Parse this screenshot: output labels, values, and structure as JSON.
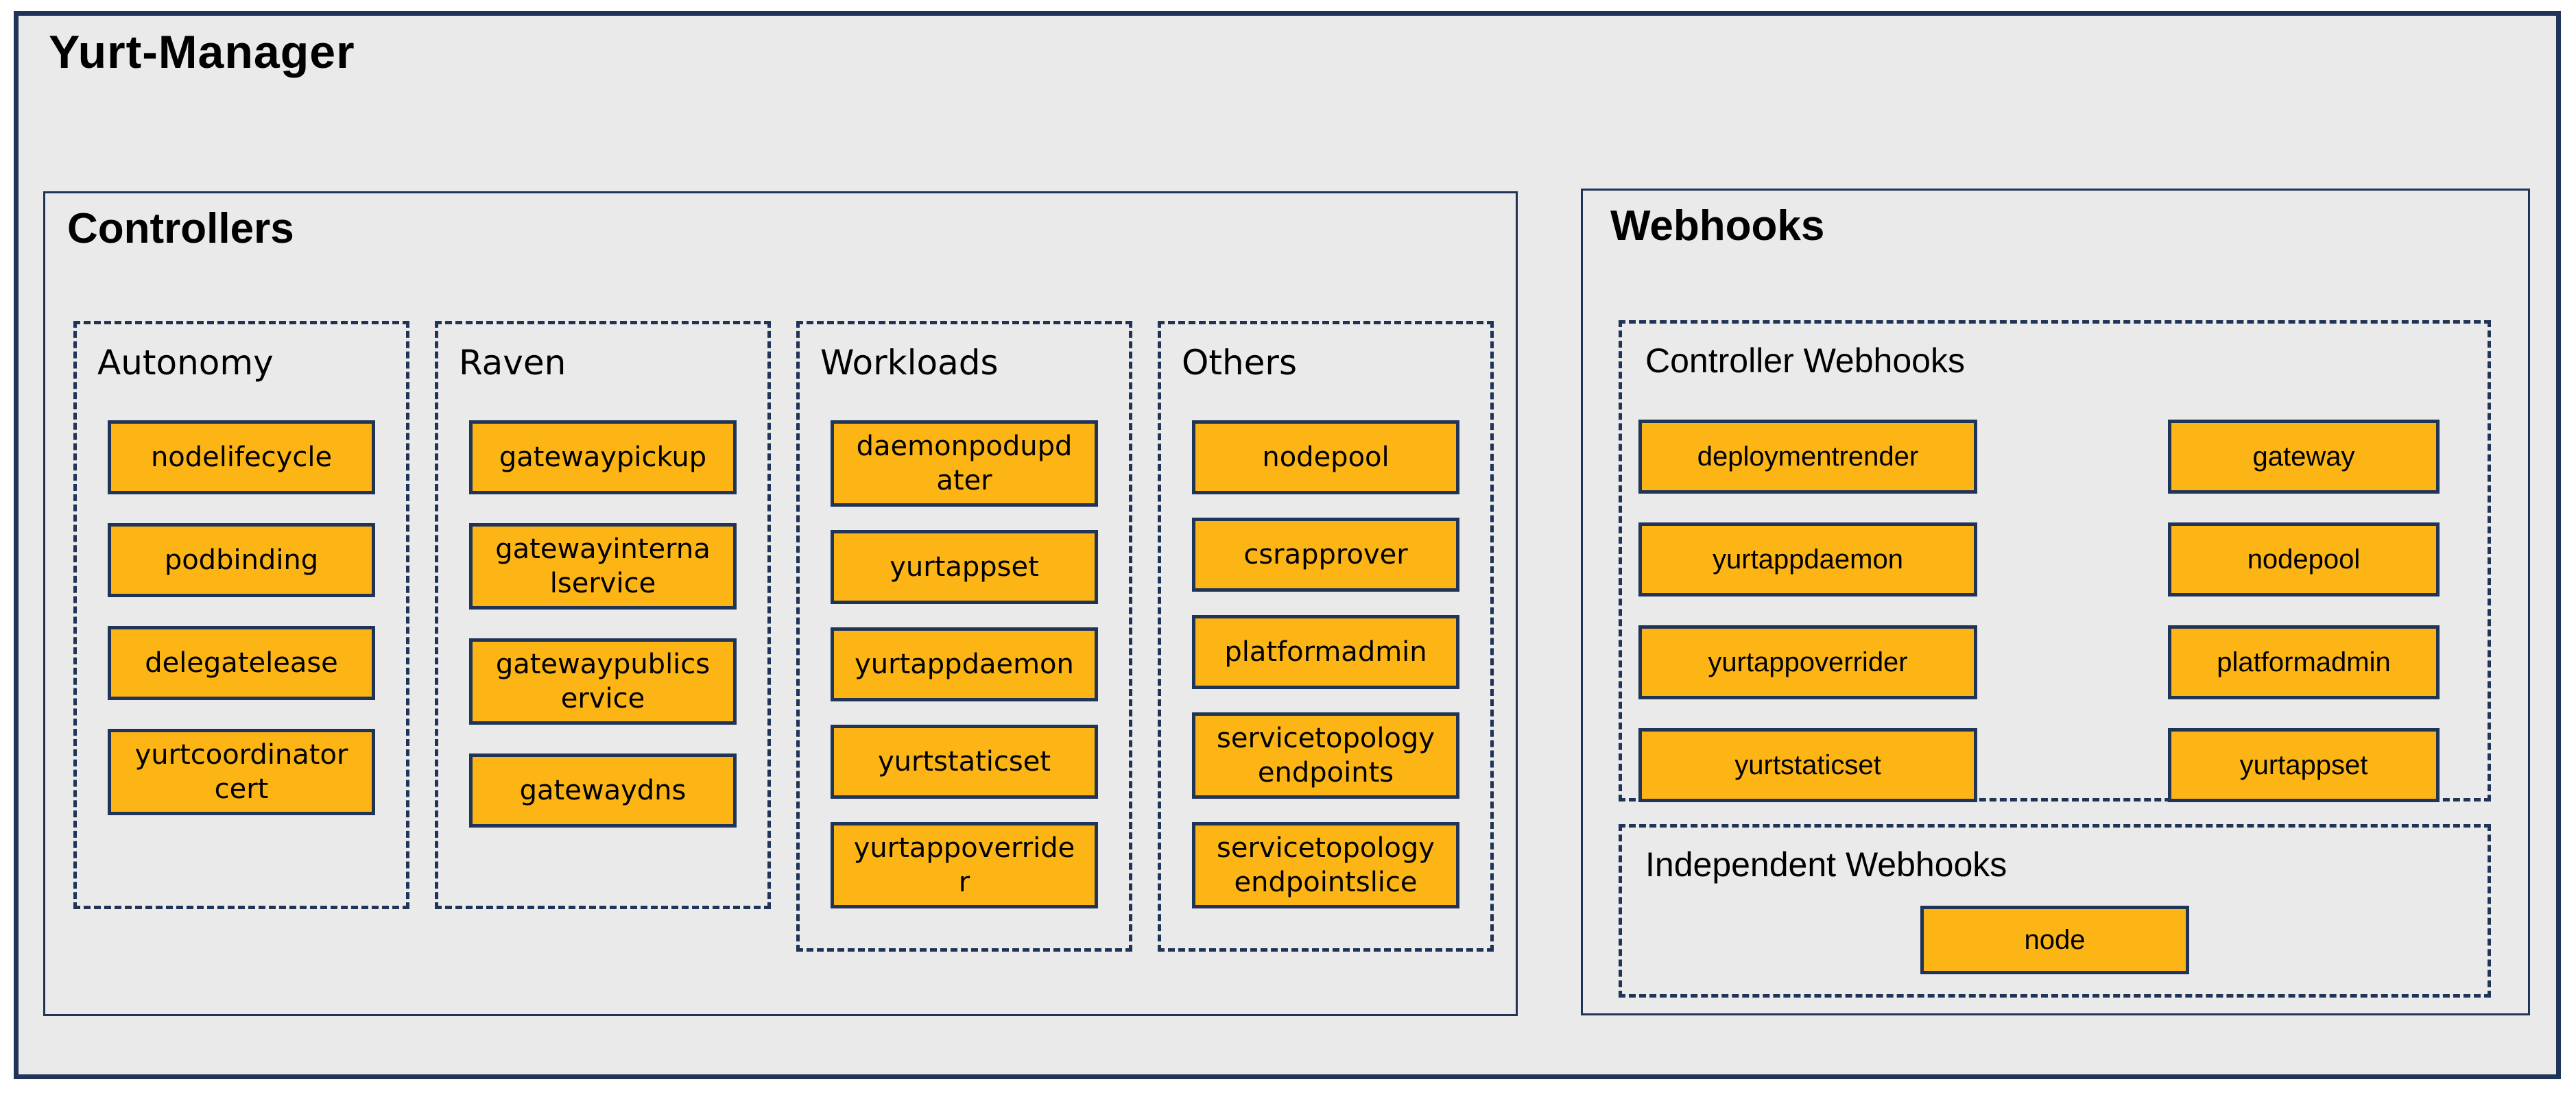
{
  "title": "Yurt-Manager",
  "colors": {
    "page_background": "#ffffff",
    "diagram_background": "#eaeaea",
    "line": "#203457",
    "box_fill": "#fcb515",
    "text": "#000000"
  },
  "controllers": {
    "label": "Controllers",
    "groups": [
      {
        "label": "Autonomy",
        "items": [
          "nodelifecycle",
          "podbinding",
          "delegatelease",
          "yurtcoordinatorcert"
        ]
      },
      {
        "label": "Raven",
        "items": [
          "gatewaypickup",
          "gatewayinternalservice",
          "gatewaypublicservice",
          "gatewaydns"
        ]
      },
      {
        "label": "Workloads",
        "items": [
          "daemonpodupdater",
          "yurtappset",
          "yurtappdaemon",
          "yurtstaticset",
          "yurtappoverrider"
        ]
      },
      {
        "label": "Others",
        "items": [
          "nodepool",
          "csrapprover",
          "platformadmin",
          "servicetopologyendpoints",
          "servicetopologyendpointslice"
        ]
      }
    ]
  },
  "webhooks": {
    "label": "Webhooks",
    "controller_webhooks": {
      "label": "Controller Webhooks",
      "left_column": [
        "deploymentrender",
        "yurtappdaemon",
        "yurtappoverrider",
        "yurtstaticset"
      ],
      "right_column": [
        "gateway",
        "nodepool",
        "platformadmin",
        "yurtappset"
      ]
    },
    "independent_webhooks": {
      "label": "Independent Webhooks",
      "items": [
        "node"
      ]
    }
  }
}
